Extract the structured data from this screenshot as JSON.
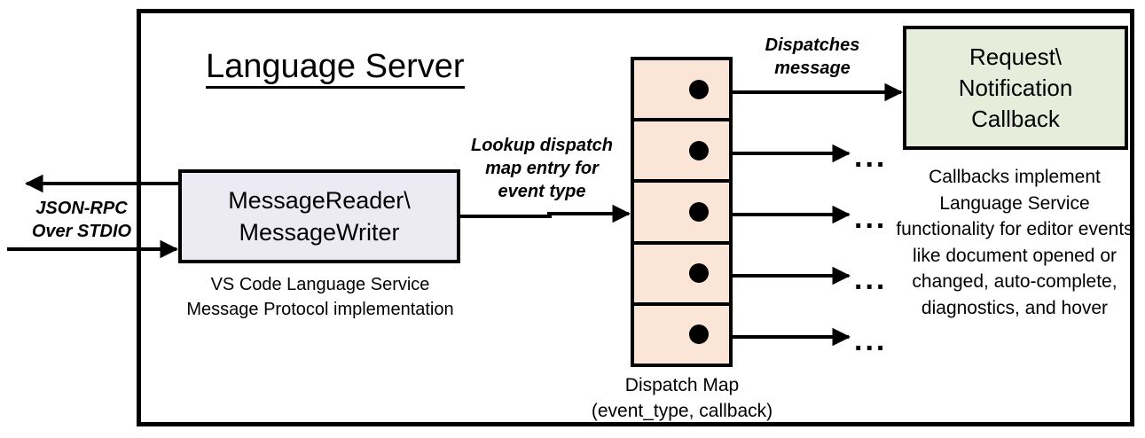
{
  "diagram": {
    "title": "Language Server",
    "frame_label": "language-server-boundary"
  },
  "reader_writer": {
    "line1": "MessageReader\\",
    "line2": "MessageWriter",
    "caption_line1": "VS Code Language Service",
    "caption_line2": "Message Protocol implementation",
    "fill_color": "#ECEAF2"
  },
  "dispatch_map": {
    "caption_line1": "Dispatch Map",
    "caption_line2": "(event_type, callback)",
    "fill_color": "#FBE5D6",
    "cells": [
      {
        "index": 1,
        "dot": "callback-dot",
        "outlet": "callback-box"
      },
      {
        "index": 2,
        "dot": "callback-dot",
        "outlet": "..."
      },
      {
        "index": 3,
        "dot": "callback-dot",
        "outlet": "..."
      },
      {
        "index": 4,
        "dot": "callback-dot",
        "outlet": "..."
      },
      {
        "index": 5,
        "dot": "callback-dot",
        "outlet": "..."
      }
    ]
  },
  "callback": {
    "line1": "Request\\",
    "line2": "Notification",
    "line3": "Callback",
    "fill_color": "#E6EDDB",
    "caption": "Callbacks implement Language Service functionality for editor events like document opened or changed, auto-complete, diagnostics, and hover"
  },
  "connectors": {
    "jsonrpc_line1": "JSON-RPC",
    "jsonrpc_line2": "Over STDIO",
    "lookup_line1": "Lookup dispatch",
    "lookup_line2": "map entry for",
    "lookup_line3": "event type",
    "dispatches_line1": "Dispatches",
    "dispatches_line2": "message"
  }
}
